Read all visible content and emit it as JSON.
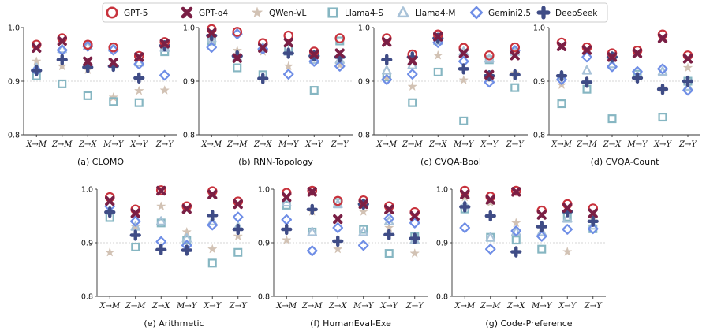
{
  "legend": [
    {
      "name": "GPT-5",
      "marker": "circle",
      "color": "#c8323c"
    },
    {
      "name": "GPT-o4",
      "marker": "cross-x",
      "color": "#7a1f45"
    },
    {
      "name": "QWen-VL",
      "marker": "star",
      "color": "#d2c2b4"
    },
    {
      "name": "Llama4-S",
      "marker": "square",
      "color": "#86b6c2"
    },
    {
      "name": "Llama4-M",
      "marker": "triangle",
      "color": "#a8c2d8"
    },
    {
      "name": "Gemini2.5",
      "marker": "diamond",
      "color": "#6f8ee6"
    },
    {
      "name": "DeepSeek",
      "marker": "plus",
      "color": "#3f4c86"
    }
  ],
  "chart_data": [
    {
      "type": "scatter",
      "title": "(a) CLOMO",
      "categories": [
        "X→M",
        "Z→M",
        "Z→X",
        "M→Y",
        "X→Y",
        "Z→Y"
      ],
      "ylim": [
        0.8,
        1.0
      ],
      "yticks": [
        "0.8",
        "0.9",
        "1.0"
      ],
      "grid": true,
      "series": [
        {
          "name": "GPT-5",
          "values": [
            0.968,
            0.98,
            0.968,
            0.963,
            0.947,
            0.973
          ]
        },
        {
          "name": "GPT-o4",
          "values": [
            0.962,
            0.975,
            0.937,
            0.935,
            0.945,
            0.97
          ]
        },
        {
          "name": "QWen-VL",
          "values": [
            0.937,
            0.928,
            0.921,
            0.87,
            0.882,
            0.883
          ]
        },
        {
          "name": "Llama4-S",
          "values": [
            0.91,
            0.895,
            0.873,
            0.862,
            0.86,
            0.955
          ]
        },
        {
          "name": "Llama4-M",
          "values": [
            0.925,
            0.96,
            0.965,
            0.962,
            0.935,
            0.962
          ]
        },
        {
          "name": "Gemini2.5",
          "values": [
            0.92,
            0.958,
            0.965,
            0.958,
            0.932,
            0.911
          ]
        },
        {
          "name": "DeepSeek",
          "values": [
            0.92,
            0.94,
            0.926,
            0.928,
            0.906,
            0.966
          ]
        }
      ]
    },
    {
      "type": "scatter",
      "title": "(b) RNN-Topology",
      "categories": [
        "X→M",
        "Z→M",
        "Z→X",
        "M→Y",
        "X→Y",
        "Z→Y"
      ],
      "ylim": [
        0.8,
        1.0
      ],
      "yticks": [
        "0.8",
        "0.9",
        "1.0"
      ],
      "grid": true,
      "series": [
        {
          "name": "GPT-5",
          "values": [
            0.997,
            0.992,
            0.971,
            0.985,
            0.955,
            0.98
          ]
        },
        {
          "name": "GPT-o4",
          "values": [
            0.99,
            0.943,
            0.962,
            0.972,
            0.95,
            0.952
          ]
        },
        {
          "name": "QWen-VL",
          "values": [
            0.978,
            0.957,
            0.955,
            0.928,
            0.942,
            0.93
          ]
        },
        {
          "name": "Llama4-S",
          "values": [
            0.975,
            0.925,
            0.912,
            0.96,
            0.883,
            0.975
          ]
        },
        {
          "name": "Llama4-M",
          "values": [
            0.98,
            0.945,
            0.963,
            0.955,
            0.94,
            0.94
          ]
        },
        {
          "name": "Gemini2.5",
          "values": [
            0.963,
            0.988,
            0.96,
            0.913,
            0.937,
            0.928
          ]
        },
        {
          "name": "DeepSeek",
          "values": [
            0.985,
            0.947,
            0.905,
            0.952,
            0.947,
            0.945
          ]
        }
      ]
    },
    {
      "type": "scatter",
      "title": "(c) CVQA-Bool",
      "categories": [
        "X→M",
        "Z→M",
        "Z→X",
        "M→Y",
        "X→Y",
        "Z→Y"
      ],
      "ylim": [
        0.8,
        1.0
      ],
      "yticks": [
        "0.8",
        "0.9",
        "1.0"
      ],
      "grid": true,
      "series": [
        {
          "name": "GPT-5",
          "values": [
            0.98,
            0.95,
            0.987,
            0.962,
            0.948,
            0.963
          ]
        },
        {
          "name": "GPT-o4",
          "values": [
            0.973,
            0.938,
            0.983,
            0.952,
            0.912,
            0.948
          ]
        },
        {
          "name": "QWen-VL",
          "values": [
            0.905,
            0.89,
            0.948,
            0.902,
            0.905,
            0.915
          ]
        },
        {
          "name": "Llama4-S",
          "values": [
            0.908,
            0.86,
            0.917,
            0.826,
            0.94,
            0.888
          ]
        },
        {
          "name": "Llama4-M",
          "values": [
            0.92,
            0.93,
            0.975,
            0.955,
            0.942,
            0.955
          ]
        },
        {
          "name": "Gemini2.5",
          "values": [
            0.903,
            0.913,
            0.972,
            0.937,
            0.898,
            0.957
          ]
        },
        {
          "name": "DeepSeek",
          "values": [
            0.94,
            0.945,
            0.98,
            0.923,
            0.91,
            0.912
          ]
        }
      ]
    },
    {
      "type": "scatter",
      "title": "(d) CVQA-Count",
      "categories": [
        "X→M",
        "Z→M",
        "Z→X",
        "M→Y",
        "X→Y",
        "Z→Y"
      ],
      "ylim": [
        0.8,
        1.0
      ],
      "yticks": [
        "0.8",
        "0.9",
        "1.0"
      ],
      "grid": true,
      "series": [
        {
          "name": "GPT-5",
          "values": [
            0.972,
            0.963,
            0.952,
            0.957,
            0.987,
            0.948
          ]
        },
        {
          "name": "GPT-o4",
          "values": [
            0.965,
            0.958,
            0.945,
            0.952,
            0.98,
            0.942
          ]
        },
        {
          "name": "QWen-VL",
          "values": [
            0.893,
            0.895,
            0.948,
            0.912,
            0.887,
            0.925
          ]
        },
        {
          "name": "Llama4-S",
          "values": [
            0.858,
            0.885,
            0.83,
            0.913,
            0.833,
            0.9
          ]
        },
        {
          "name": "Llama4-M",
          "values": [
            0.91,
            0.92,
            0.932,
            0.91,
            0.918,
            0.89
          ]
        },
        {
          "name": "Gemini2.5",
          "values": [
            0.903,
            0.945,
            0.927,
            0.918,
            0.923,
            0.883
          ]
        },
        {
          "name": "DeepSeek",
          "values": [
            0.91,
            0.898,
            0.945,
            0.906,
            0.885,
            0.9
          ]
        }
      ]
    },
    {
      "type": "scatter",
      "title": "(e) Arithmetic",
      "categories": [
        "X→M",
        "Z→M",
        "Z→X",
        "M→Y",
        "X→Y",
        "Z→Y"
      ],
      "ylim": [
        0.8,
        1.0
      ],
      "yticks": [
        "0.8",
        "0.9",
        "1.0"
      ],
      "grid": true,
      "series": [
        {
          "name": "GPT-5",
          "values": [
            0.985,
            0.962,
            0.998,
            0.968,
            0.996,
            0.977
          ]
        },
        {
          "name": "GPT-o4",
          "values": [
            0.978,
            0.955,
            0.997,
            0.963,
            0.99,
            0.972
          ]
        },
        {
          "name": "QWen-VL",
          "values": [
            0.882,
            0.93,
            0.968,
            0.92,
            0.888,
            0.912
          ]
        },
        {
          "name": "Llama4-S",
          "values": [
            0.947,
            0.892,
            0.937,
            0.905,
            0.862,
            0.882
          ]
        },
        {
          "name": "Llama4-M",
          "values": [
            0.96,
            0.93,
            0.94,
            0.908,
            0.94,
            0.93
          ]
        },
        {
          "name": "Gemini2.5",
          "values": [
            0.968,
            0.94,
            0.902,
            0.895,
            0.933,
            0.948
          ]
        },
        {
          "name": "DeepSeek",
          "values": [
            0.957,
            0.914,
            0.887,
            0.886,
            0.951,
            0.925
          ]
        }
      ]
    },
    {
      "type": "scatter",
      "title": "(f) HumanEval-Exe",
      "categories": [
        "X→M",
        "Z→M",
        "Z→X",
        "M→Y",
        "X→Y",
        "Z→Y"
      ],
      "ylim": [
        0.8,
        1.0
      ],
      "yticks": [
        "0.8",
        "0.9",
        "1.0"
      ],
      "grid": true,
      "series": [
        {
          "name": "GPT-5",
          "values": [
            0.993,
            0.997,
            0.978,
            0.979,
            0.968,
            0.957
          ]
        },
        {
          "name": "GPT-o4",
          "values": [
            0.985,
            0.995,
            0.944,
            0.972,
            0.962,
            0.95
          ]
        },
        {
          "name": "QWen-VL",
          "values": [
            0.905,
            0.958,
            0.888,
            0.958,
            0.928,
            0.88
          ]
        },
        {
          "name": "Llama4-S",
          "values": [
            0.97,
            0.92,
            0.975,
            0.925,
            0.88,
            0.912
          ]
        },
        {
          "name": "Llama4-M",
          "values": [
            0.975,
            0.92,
            0.972,
            0.92,
            0.94,
            0.905
          ]
        },
        {
          "name": "Gemini2.5",
          "values": [
            0.943,
            0.885,
            0.928,
            0.895,
            0.945,
            0.937
          ]
        },
        {
          "name": "DeepSeek",
          "values": [
            0.925,
            0.962,
            0.903,
            0.972,
            0.915,
            0.908
          ]
        }
      ]
    },
    {
      "type": "scatter",
      "title": "(g) Code-Preference",
      "categories": [
        "X→M",
        "Z→M",
        "Z→X",
        "M→Y",
        "X→Y",
        "Z→Y"
      ],
      "ylim": [
        0.8,
        1.0
      ],
      "yticks": [
        "0.8",
        "0.9",
        "1.0"
      ],
      "grid": true,
      "series": [
        {
          "name": "GPT-5",
          "values": [
            0.997,
            0.986,
            0.997,
            0.96,
            0.972,
            0.964
          ]
        },
        {
          "name": "GPT-o4",
          "values": [
            0.99,
            0.98,
            0.995,
            0.952,
            0.965,
            0.955
          ]
        },
        {
          "name": "QWen-VL",
          "values": [
            0.985,
            0.975,
            0.937,
            0.928,
            0.883,
            0.945
          ]
        },
        {
          "name": "Llama4-S",
          "values": [
            0.963,
            0.91,
            0.905,
            0.888,
            0.948,
            0.926
          ]
        },
        {
          "name": "Llama4-M",
          "values": [
            0.97,
            0.91,
            0.92,
            0.92,
            0.945,
            0.932
          ]
        },
        {
          "name": "Gemini2.5",
          "values": [
            0.928,
            0.888,
            0.922,
            0.912,
            0.925,
            0.926
          ]
        },
        {
          "name": "DeepSeek",
          "values": [
            0.967,
            0.95,
            0.883,
            0.93,
            0.958,
            0.94
          ]
        }
      ]
    }
  ]
}
